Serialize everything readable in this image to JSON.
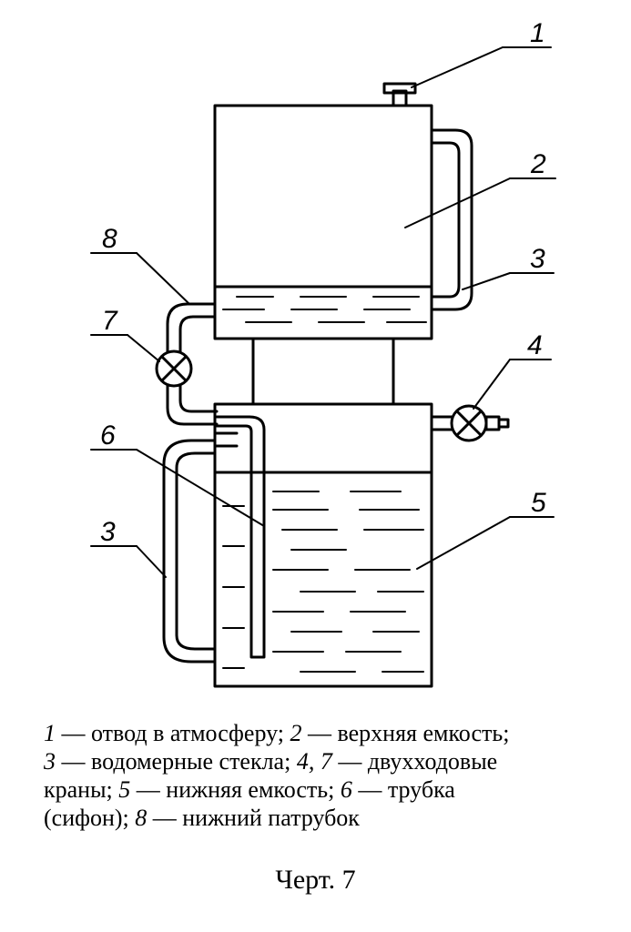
{
  "labels": {
    "l1": "1",
    "l2": "2",
    "l3_top": "3",
    "l4": "4",
    "l5": "5",
    "l6": "6",
    "l3_bottom": "3",
    "l7": "7",
    "l8": "8"
  },
  "legend": [
    {
      "num": "1",
      "text": " — отвод в атмосферу; "
    },
    {
      "num": "2",
      "text": " — верхняя емкость;"
    },
    {
      "num": "3",
      "text": " — водомерные стекла; "
    },
    {
      "num": "4, 7",
      "text": " — двухходовые"
    },
    {
      "num": "",
      "text": "краны;   "
    },
    {
      "num": "5",
      "text": " — нижняя емкость;   "
    },
    {
      "num": "6",
      "text": " — трубка"
    },
    {
      "num": "",
      "text": "(сифон); "
    },
    {
      "num": "8",
      "text": " — нижний патрубок"
    }
  ],
  "figure_title": "Черт. 7"
}
